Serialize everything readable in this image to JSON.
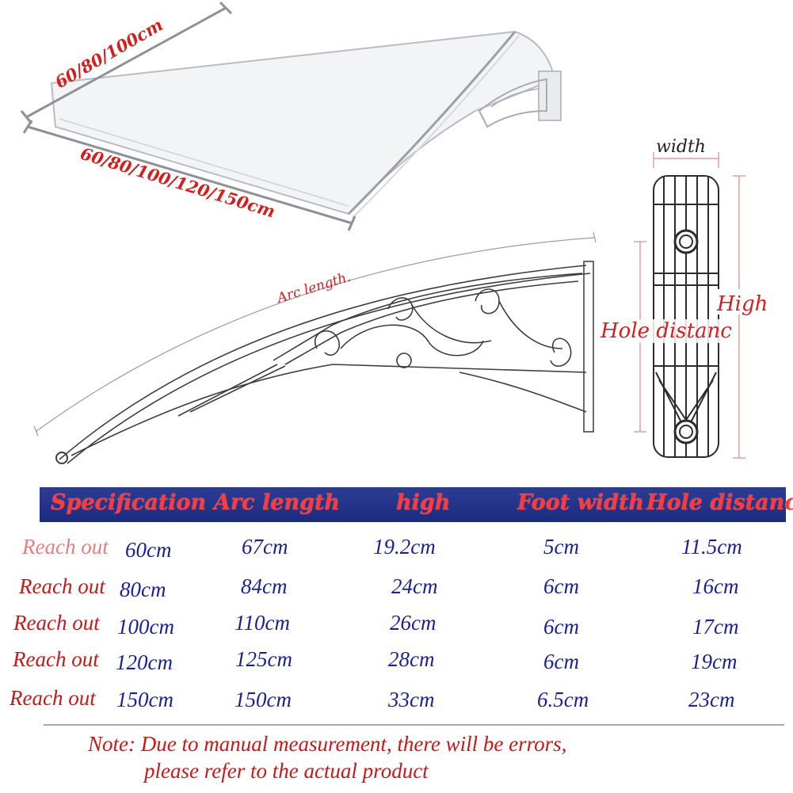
{
  "diagram": {
    "depth_label": "60/80/100cm",
    "width_label": "60/80/100/120/150cm",
    "arc_label": "Arc length.",
    "width_dim_label": "width",
    "high_label": "High",
    "hole_label": "Hole distanc"
  },
  "table": {
    "headers": [
      "Specification",
      "Arc length",
      "high",
      "Foot width",
      "Hole distance"
    ],
    "rows": [
      {
        "label": "Reach out",
        "size": "60cm",
        "arc": "67cm",
        "high": "19.2cm",
        "foot": "5cm",
        "hole": "11.5cm"
      },
      {
        "label": "Reach out",
        "size": "80cm",
        "arc": "84cm",
        "high": "24cm",
        "foot": "6cm",
        "hole": "16cm"
      },
      {
        "label": "Reach out",
        "size": "100cm",
        "arc": "110cm",
        "high": "26cm",
        "foot": "6cm",
        "hole": "17cm"
      },
      {
        "label": "Reach out",
        "size": "120cm",
        "arc": "125cm",
        "high": "28cm",
        "foot": "6cm",
        "hole": "19cm"
      },
      {
        "label": "Reach out",
        "size": "150cm",
        "arc": "150cm",
        "high": "33cm",
        "foot": "6.5cm",
        "hole": "23cm"
      }
    ]
  },
  "note": {
    "line1": "Note: Due to manual measurement, there will be errors,",
    "line2": "please refer to the actual product"
  }
}
